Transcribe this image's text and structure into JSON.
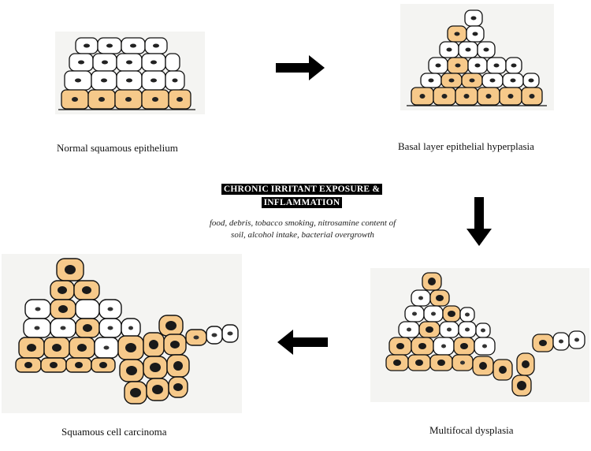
{
  "captions": {
    "normal": "Normal squamous epithelium",
    "hyperplasia": "Basal layer epithelial hyperplasia",
    "dysplasia": "Multifocal dysplasia",
    "carcinoma": "Squamous cell carcinoma"
  },
  "center": {
    "title_line1": "CHRONIC IRRITANT EXPOSURE &",
    "title_line2": "INFLAMMATION",
    "subtitle": "food, debris, tobacco smoking, nitrosamine content of soil, alcohol intake, bacterial overgrowth"
  },
  "colors": {
    "cell_fill_normal": "#ffffff",
    "cell_fill_basal": "#f6c98a",
    "panel_bg": "#f4f4f2",
    "outline": "#111111",
    "arrow": "#000000"
  }
}
